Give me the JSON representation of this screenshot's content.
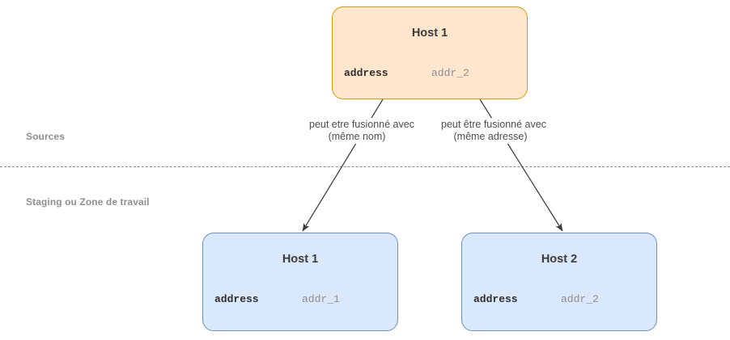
{
  "diagram": {
    "lanes": [
      {
        "label": "Sources"
      },
      {
        "label": "Staging ou Zone de travail"
      }
    ],
    "nodes": [
      {
        "id": "source-host-1",
        "title": "Host 1",
        "attribute_key": "address",
        "attribute_value": "addr_2",
        "fill": "#ffe6cc",
        "stroke": "#d79b00"
      },
      {
        "id": "staging-host-1",
        "title": "Host 1",
        "attribute_key": "address",
        "attribute_value": "addr_1",
        "fill": "#dae8fc",
        "stroke": "#6c8ebf"
      },
      {
        "id": "staging-host-2",
        "title": "Host 2",
        "attribute_key": "address",
        "attribute_value": "addr_2",
        "fill": "#dae8fc",
        "stroke": "#6c8ebf"
      }
    ],
    "edges": [
      {
        "id": "merge-by-name",
        "line1": "peut etre fusionné avec",
        "line2": "(même nom)"
      },
      {
        "id": "merge-by-address",
        "line1": "peut être fusionné avec",
        "line2": "(même adresse)"
      }
    ]
  }
}
